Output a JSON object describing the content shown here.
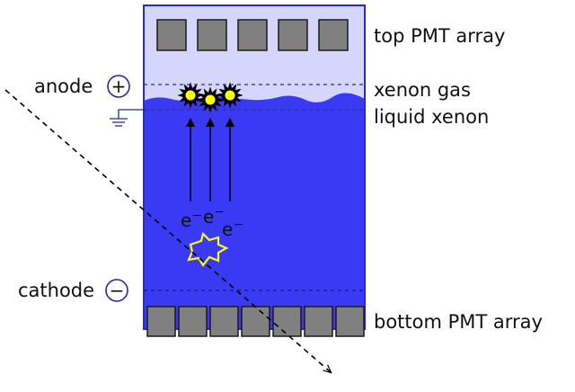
{
  "diagram": {
    "labels": {
      "top_pmt_array": "top PMT array",
      "xenon_gas": "xenon gas",
      "liquid_xenon": "liquid xenon",
      "bottom_pmt_array": "bottom PMT array",
      "anode": "anode",
      "cathode": "cathode"
    },
    "symbols": {
      "anode_sign": "+",
      "cathode_sign": "−",
      "electron": "e",
      "electron_charge": "−"
    },
    "top_pmt_count": 5,
    "bottom_pmt_count": 7,
    "electron_count": 3,
    "scintillation_flash_count": 3
  },
  "colors": {
    "gas_region": "#d4d6fb",
    "liquid_region": "#3a3af5",
    "frame": "#2a2acb",
    "pmt_fill": "#808080",
    "pmt_stroke": "#1a1a1a",
    "flash_fill": "#ffff00",
    "flash_stroke": "#000000",
    "interaction_stroke": "#ffff00",
    "electrode_symbol": "#2a2a9e",
    "text": "#111111"
  }
}
